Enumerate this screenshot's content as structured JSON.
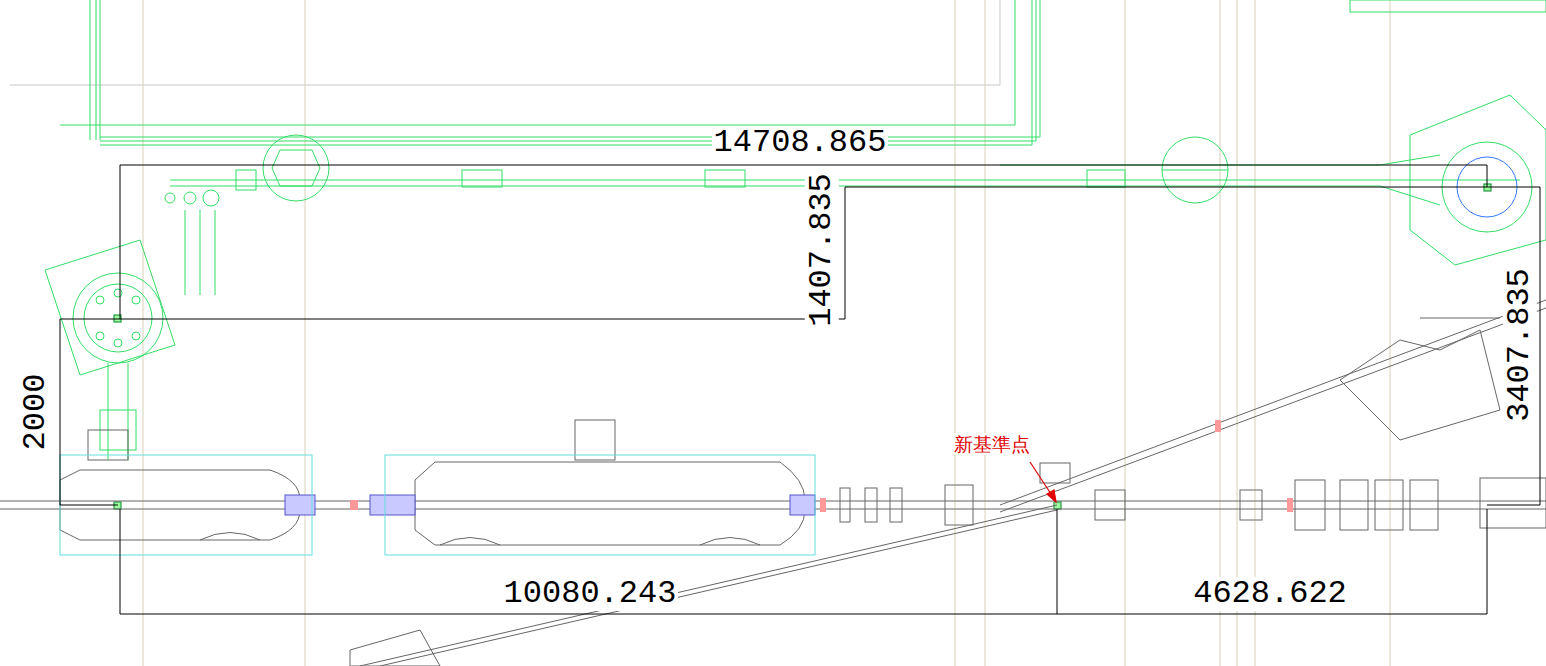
{
  "diagram": {
    "labels": [
      "14708.865",
      "1407.835",
      "3407.835",
      "2000",
      "新基準点",
      "10080.243",
      "4628.622"
    ]
  }
}
